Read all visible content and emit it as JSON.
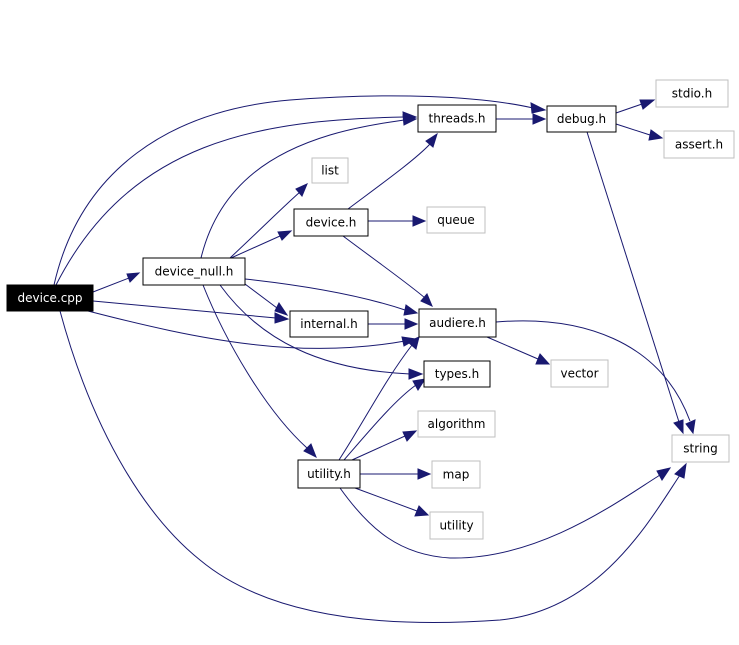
{
  "colors": {
    "edge": "#191970",
    "node_border": "#000000",
    "external_border": "#bfbfbf",
    "text": "#000000",
    "root_fill": "#000000",
    "root_text": "#ffffff"
  },
  "nodes": [
    {
      "id": "device_cpp",
      "label": "device.cpp",
      "kind": "root"
    },
    {
      "id": "device_null_h",
      "label": "device_null.h",
      "kind": "local"
    },
    {
      "id": "threads_h",
      "label": "threads.h",
      "kind": "local"
    },
    {
      "id": "debug_h",
      "label": "debug.h",
      "kind": "local"
    },
    {
      "id": "stdio_h",
      "label": "stdio.h",
      "kind": "external"
    },
    {
      "id": "assert_h",
      "label": "assert.h",
      "kind": "external"
    },
    {
      "id": "list",
      "label": "list",
      "kind": "external"
    },
    {
      "id": "device_h",
      "label": "device.h",
      "kind": "local"
    },
    {
      "id": "queue",
      "label": "queue",
      "kind": "external"
    },
    {
      "id": "internal_h",
      "label": "internal.h",
      "kind": "local"
    },
    {
      "id": "audiere_h",
      "label": "audiere.h",
      "kind": "local"
    },
    {
      "id": "types_h",
      "label": "types.h",
      "kind": "local"
    },
    {
      "id": "vector",
      "label": "vector",
      "kind": "external"
    },
    {
      "id": "algorithm",
      "label": "algorithm",
      "kind": "external"
    },
    {
      "id": "utility_h",
      "label": "utility.h",
      "kind": "local"
    },
    {
      "id": "map",
      "label": "map",
      "kind": "external"
    },
    {
      "id": "utility",
      "label": "utility",
      "kind": "external"
    },
    {
      "id": "string",
      "label": "string",
      "kind": "external"
    }
  ],
  "edges": [
    {
      "from": "device_cpp",
      "to": "device_null_h"
    },
    {
      "from": "device_cpp",
      "to": "threads_h"
    },
    {
      "from": "device_cpp",
      "to": "debug_h"
    },
    {
      "from": "device_cpp",
      "to": "internal_h"
    },
    {
      "from": "device_cpp",
      "to": "audiere_h"
    },
    {
      "from": "device_cpp",
      "to": "string"
    },
    {
      "from": "device_null_h",
      "to": "threads_h"
    },
    {
      "from": "device_null_h",
      "to": "list"
    },
    {
      "from": "device_null_h",
      "to": "device_h"
    },
    {
      "from": "device_null_h",
      "to": "audiere_h"
    },
    {
      "from": "device_null_h",
      "to": "internal_h"
    },
    {
      "from": "device_null_h",
      "to": "types_h"
    },
    {
      "from": "device_null_h",
      "to": "utility_h"
    },
    {
      "from": "threads_h",
      "to": "debug_h"
    },
    {
      "from": "debug_h",
      "to": "stdio_h"
    },
    {
      "from": "debug_h",
      "to": "assert_h"
    },
    {
      "from": "debug_h",
      "to": "string"
    },
    {
      "from": "device_h",
      "to": "threads_h"
    },
    {
      "from": "device_h",
      "to": "queue"
    },
    {
      "from": "device_h",
      "to": "audiere_h"
    },
    {
      "from": "internal_h",
      "to": "audiere_h"
    },
    {
      "from": "audiere_h",
      "to": "vector"
    },
    {
      "from": "audiere_h",
      "to": "string"
    },
    {
      "from": "utility_h",
      "to": "audiere_h"
    },
    {
      "from": "utility_h",
      "to": "types_h"
    },
    {
      "from": "utility_h",
      "to": "algorithm"
    },
    {
      "from": "utility_h",
      "to": "map"
    },
    {
      "from": "utility_h",
      "to": "utility"
    },
    {
      "from": "utility_h",
      "to": "string"
    }
  ]
}
